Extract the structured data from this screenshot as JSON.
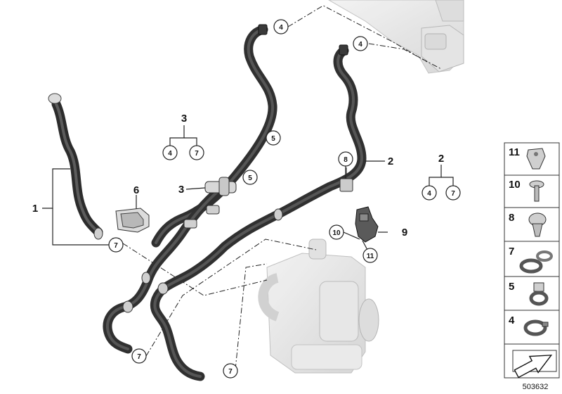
{
  "diagram_id": "503632",
  "callouts": {
    "c1": "1",
    "c2": "2",
    "c3": "3",
    "c6": "6",
    "c9": "9",
    "c10": "10",
    "c11": "11",
    "c3_group": "3",
    "c2_group": "2",
    "c4a": "4",
    "c4b": "4",
    "c4g3": "4",
    "c7g3": "7",
    "c4g2": "4",
    "c7g2": "7",
    "c5a": "5",
    "c5b": "5",
    "c8": "8",
    "c7a": "7",
    "c7b": "7",
    "c7c": "7"
  },
  "legend": {
    "items": [
      "11",
      "10",
      "8",
      "7",
      "5",
      "4"
    ]
  }
}
